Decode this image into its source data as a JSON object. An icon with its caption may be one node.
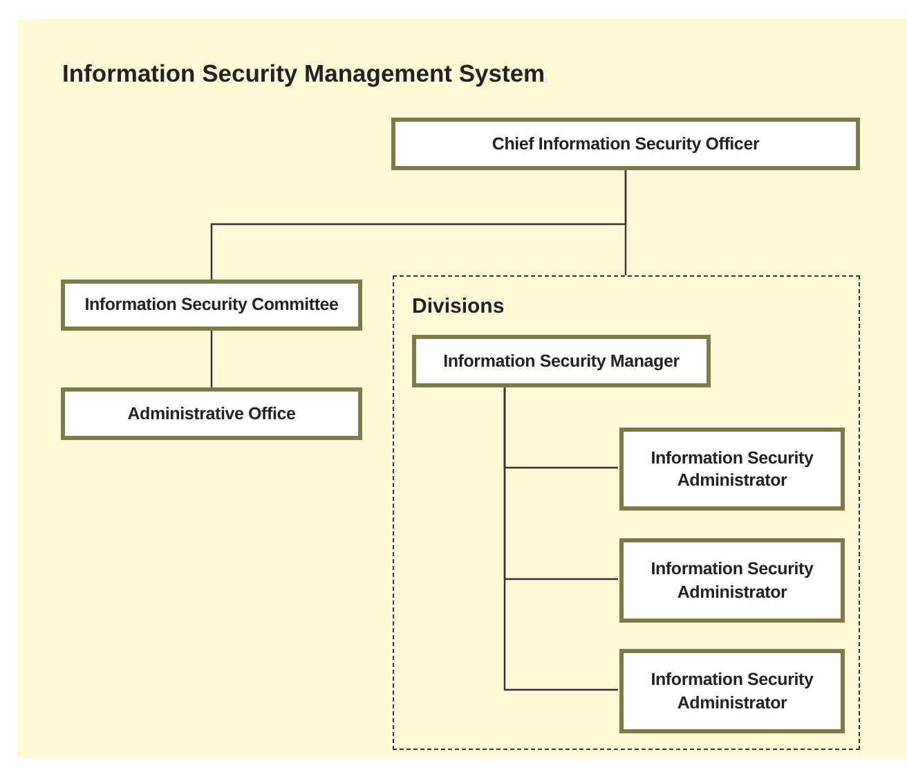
{
  "diagram": {
    "title": "Information Security Management System",
    "nodes": [
      {
        "text": [
          "Chief Information Security Officer"
        ]
      },
      {
        "text": [
          "Information Security Committee"
        ]
      },
      {
        "text": [
          "Administrative Office"
        ]
      },
      {
        "text": [
          "Divisions"
        ]
      },
      {
        "text": [
          "Information Security Manager"
        ],
        "in": 3
      },
      {
        "text": [
          "Information Security Administrator"
        ],
        "in": 3
      },
      {
        "text": [
          "Information Security Administrator"
        ],
        "in": 3
      },
      {
        "text": [
          "Information Security Administrator"
        ],
        "in": 3
      }
    ],
    "edges": [
      {
        "from": 0,
        "to": 1,
        "arrow": "none"
      },
      {
        "from": 0,
        "to": 3,
        "arrow": "none"
      },
      {
        "from": 1,
        "to": 2,
        "arrow": "none"
      },
      {
        "from": 4,
        "to": 5,
        "arrow": "none"
      },
      {
        "from": 4,
        "to": 6,
        "arrow": "none"
      },
      {
        "from": 4,
        "to": 7,
        "arrow": "none"
      }
    ]
  }
}
